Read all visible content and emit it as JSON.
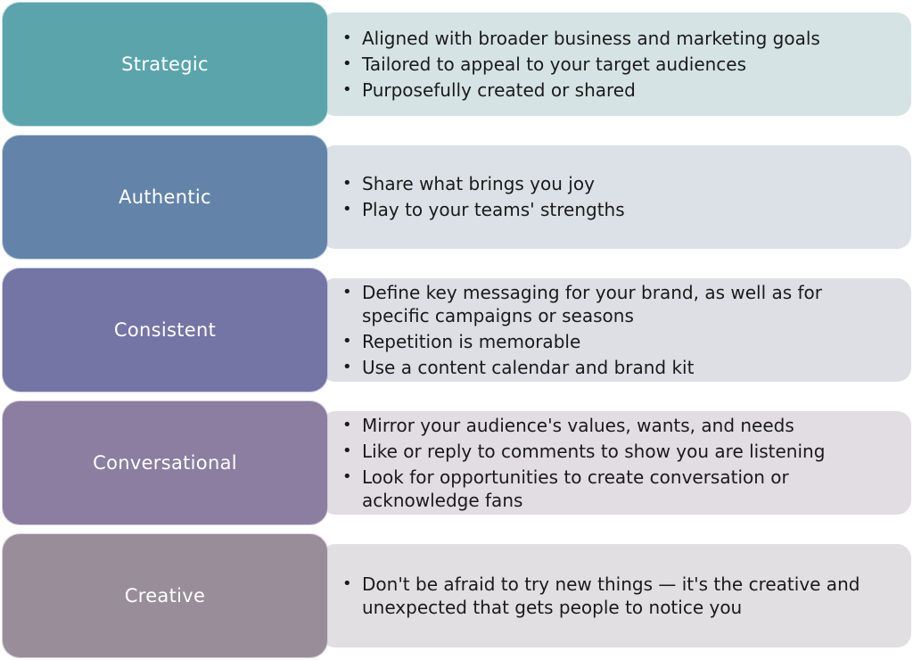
{
  "rows": [
    {
      "label": "Strategic",
      "color": "#5ba4ac",
      "panel_color": "#d6e3e5",
      "bullets": [
        "Aligned with broader business and marketing goals",
        "Tailored to appeal to your target audiences",
        "Purposefully created or shared"
      ]
    },
    {
      "label": "Authentic",
      "color": "#6384a8",
      "panel_color": "#dbe1e7",
      "bullets": [
        "Share what brings you joy",
        "Play to your teams' strengths"
      ]
    },
    {
      "label": "Consistent",
      "color": "#7474a5",
      "panel_color": "#dedee5",
      "bullets": [
        "Define key messaging for your brand, as well as for specific  campaigns or seasons",
        "Repetition is memorable",
        "Use a content calendar and brand kit"
      ]
    },
    {
      "label": "Conversational",
      "color": "#8b7ea0",
      "panel_color": "#e1dde3",
      "bullets": [
        "Mirror your audience's values, wants, and needs",
        "Like or reply to comments to show you are listening",
        "Look for opportunities to create conversation or acknowledge fans"
      ]
    },
    {
      "label": "Creative",
      "color": "#9a8d9a",
      "panel_color": "#e2dfe2",
      "bullets": [
        "Don't be afraid to try new things — it's the creative and unexpected that gets people to notice you"
      ]
    }
  ]
}
